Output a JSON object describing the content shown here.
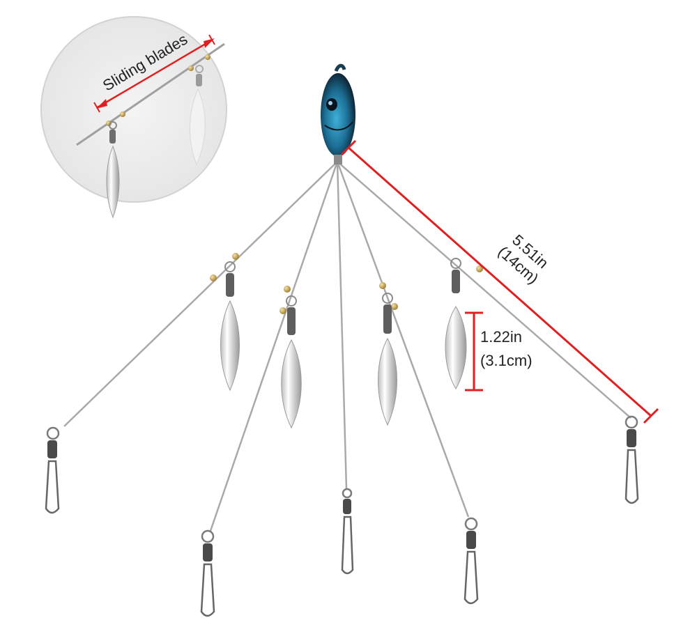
{
  "annotations": {
    "sliding_blades": "Sliding blades",
    "arm_length_in": "5.51in",
    "arm_length_cm": "(14cm)",
    "blade_length_in": "1.22in",
    "blade_length_cm": "(3.1cm)"
  },
  "colors": {
    "dimension_line": "#e02020",
    "wire": "#a9a9a9",
    "head_blue": "#2e8fb8",
    "head_dark": "#0e1a26",
    "blade_silver": "#e4e4e4",
    "bead_gold": "#c8a14a",
    "inset_bg": "#ececec"
  }
}
